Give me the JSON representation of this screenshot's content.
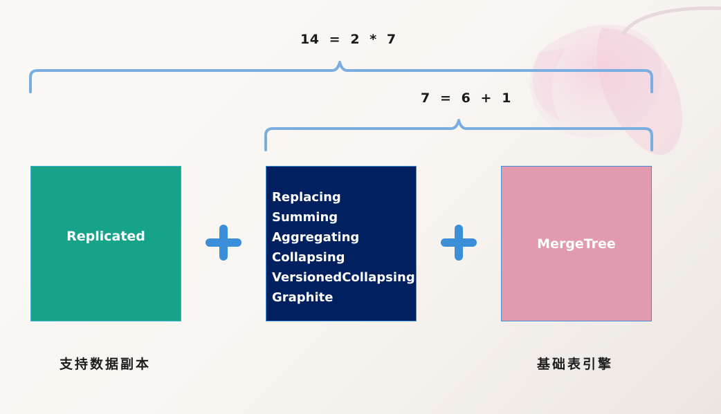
{
  "equations": {
    "top": "14  =  2  *  7",
    "inner": "7  =  6  +  1"
  },
  "boxes": {
    "replicated": "Replicated",
    "engines": [
      "Replacing",
      "Summing",
      "Aggregating",
      "Collapsing",
      "VersionedCollapsing",
      "Graphite"
    ],
    "mergetree": "MergeTree"
  },
  "captions": {
    "left": "支持数据副本",
    "right": "基础表引擎"
  },
  "colors": {
    "brace": "#7aaee0",
    "plus": "#3b8fd8",
    "replicated_box": "#17a389",
    "engines_box": "#00205f",
    "mergetree_box": "#e29aae"
  },
  "icons": {
    "plus": "plus-icon",
    "background_decoration": "flower-decoration"
  }
}
